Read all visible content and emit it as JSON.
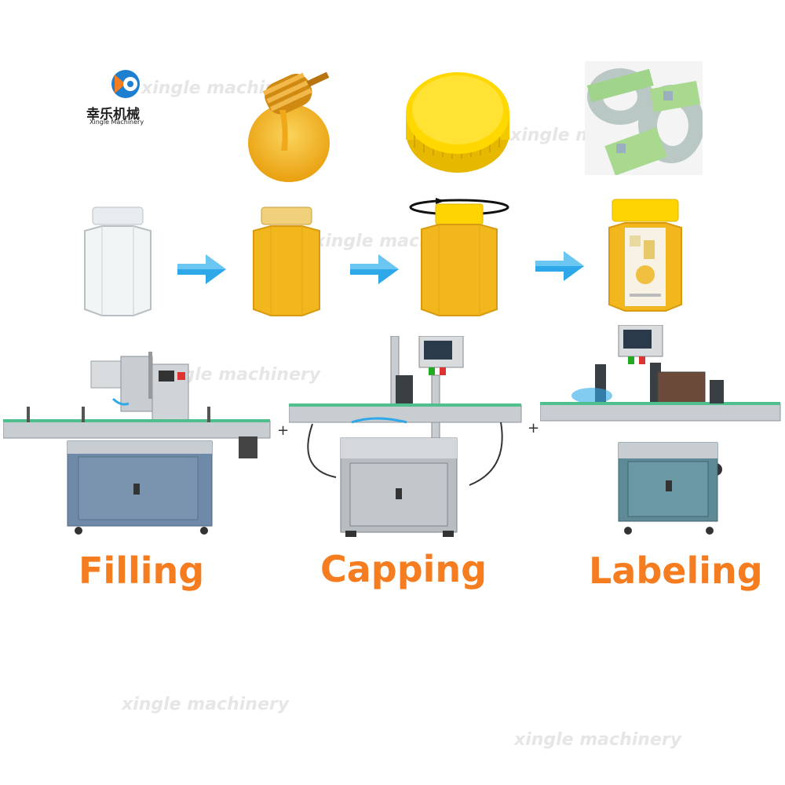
{
  "logo": {
    "cn": "幸乐机械",
    "en": "Xingle Machinery"
  },
  "watermarks": [
    "xingle machinery",
    "xingle machinery",
    "xingle machinery",
    "xingle machinery",
    "xingle machinery",
    "xingle machinery"
  ],
  "stages": {
    "filling": "Filling",
    "capping": "Capping",
    "labeling": "Labeling"
  },
  "plus_signs": [
    "+",
    "+"
  ],
  "colors": {
    "accent_orange": "#f57c1f",
    "honey": "#f2b71d",
    "cap_yellow": "#ffd400",
    "arrow_blue": "#2ea8e8",
    "machine_steel": "#c8cdd2",
    "cabinet_blue": "#6f8aa8",
    "conveyor_green": "#4fc08d"
  },
  "icons": [
    "gear-logo-icon",
    "honey-dipper-image",
    "bottle-cap-image",
    "label-roll-image",
    "empty-jar",
    "filled-jar",
    "capped-jar",
    "labeled-jar",
    "arrow-right-icon",
    "rotation-arrow-icon",
    "filling-machine",
    "capping-machine",
    "labeling-machine"
  ]
}
